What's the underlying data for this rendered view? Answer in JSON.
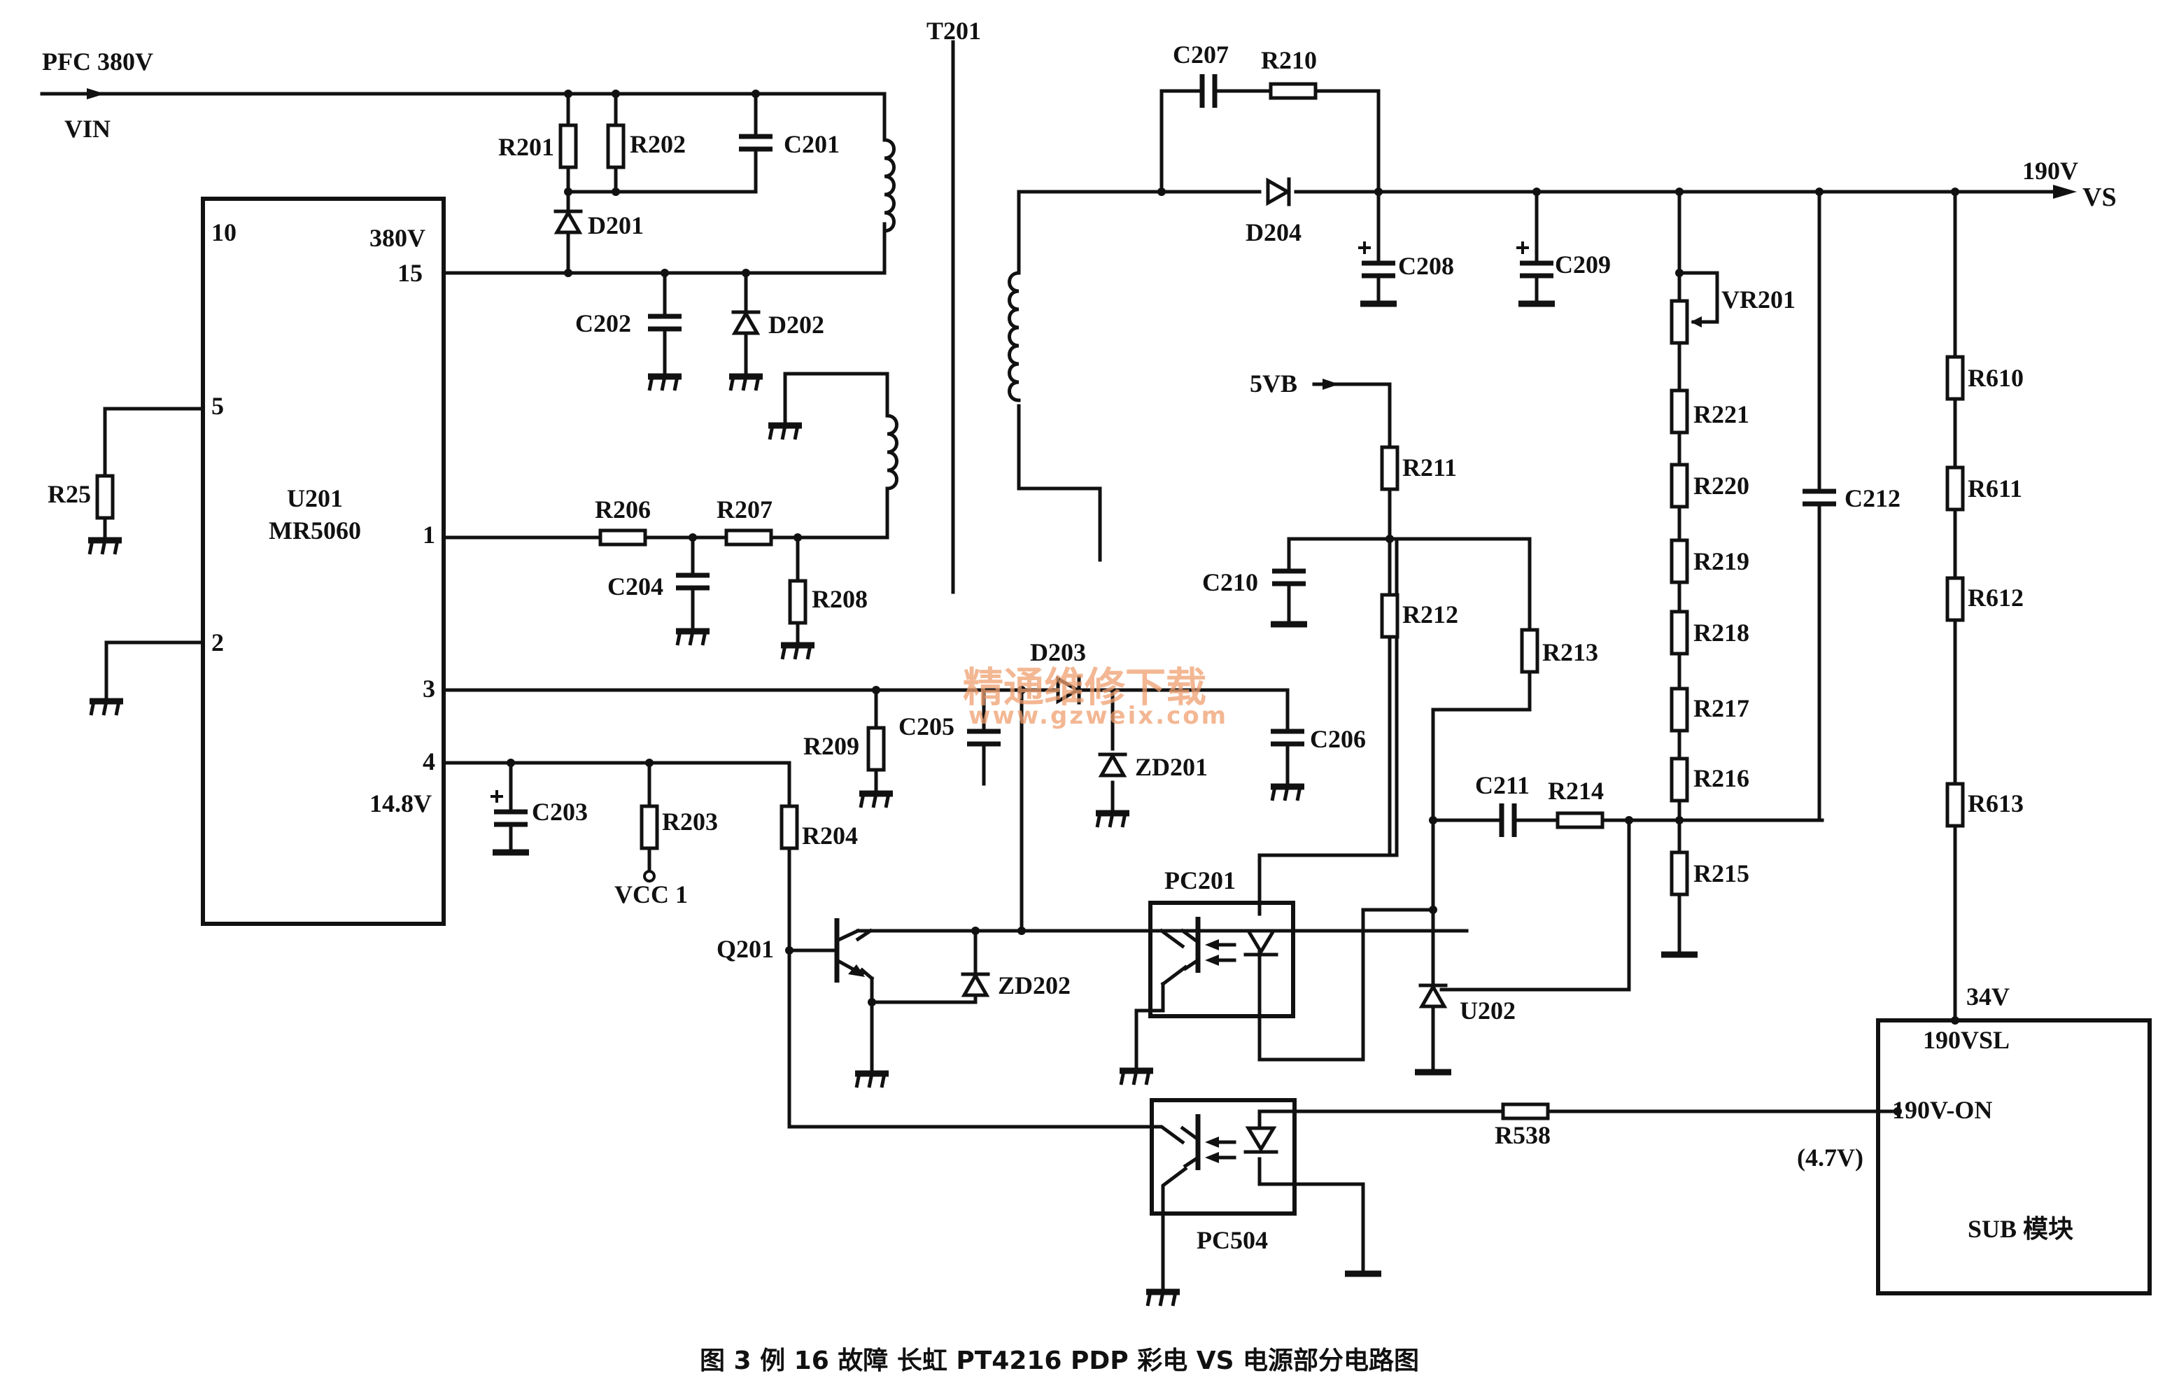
{
  "figure": {
    "caption": "图 3  例 16 故障  长虹 PT4216  PDP 彩电 VS 电源部分电路图"
  },
  "watermark": {
    "line1": "精通维修下载",
    "line2": "www.gzweix.com",
    "color": "#f0a070"
  },
  "nets": {
    "input_voltage": "PFC 380V",
    "input_name": "VIN",
    "output_voltage": "190V",
    "output_name": "VS",
    "bias_5v": "5VB",
    "vcc1": "VCC 1",
    "sub_supply": "34V",
    "pin4_voltage": "14.8V",
    "ctrl_voltage": "(4.7V)"
  },
  "ic_u201": {
    "ref": "U201",
    "part": "MR5060",
    "pins": {
      "p10": "10",
      "p15_voltage": "380V",
      "p15": "15",
      "p5": "5",
      "p2": "2",
      "p1": "1",
      "p3": "3",
      "p4": "4"
    }
  },
  "transformer": {
    "ref": "T201"
  },
  "sub_module": {
    "title": "SUB 模块",
    "pin_top": "190VSL",
    "pin_on": "190V-ON"
  },
  "components": {
    "R201": "R201",
    "R202": "R202",
    "C201": "C201",
    "D201": "D201",
    "C202": "C202",
    "D202": "D202",
    "R25": "R25",
    "R206": "R206",
    "R207": "R207",
    "C204": "C204",
    "R208": "R208",
    "C203": "C203",
    "R203": "R203",
    "R204": "R204",
    "R209": "R209",
    "C205": "C205",
    "D203": "D203",
    "ZD201": "ZD201",
    "C206": "C206",
    "Q201": "Q201",
    "ZD202": "ZD202",
    "PC201": "PC201",
    "PC504": "PC504",
    "R538": "R538",
    "C207": "C207",
    "R210": "R210",
    "D204": "D204",
    "C208": "C208",
    "C209": "C209",
    "VR201": "VR201",
    "R221": "R221",
    "R220": "R220",
    "R219": "R219",
    "R218": "R218",
    "R217": "R217",
    "R216": "R216",
    "R215": "R215",
    "C212": "C212",
    "R610": "R610",
    "R611": "R611",
    "R612": "R612",
    "R613": "R613",
    "R211": "R211",
    "C210": "C210",
    "R212": "R212",
    "R213": "R213",
    "C211": "C211",
    "R214": "R214",
    "U202": "U202"
  }
}
